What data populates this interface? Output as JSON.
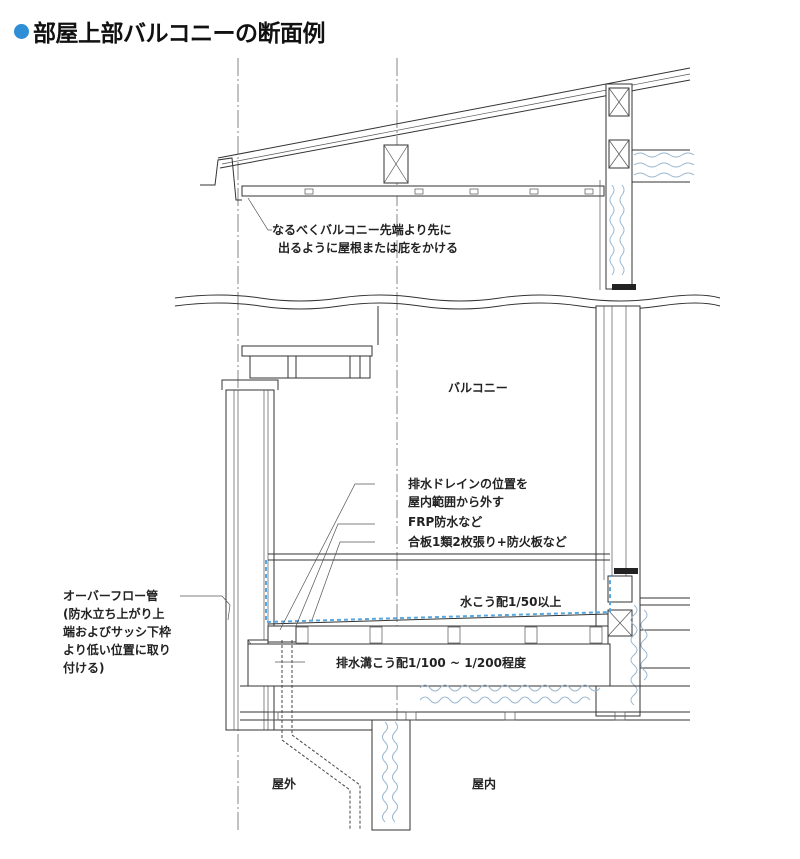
{
  "title": "部屋上部バルコニーの断面例",
  "colors": {
    "accent": "#2e8fd6",
    "waterproof_line": "#5aa7dd",
    "insulation": "#9bb8d0"
  },
  "labels": {
    "roof_note": [
      "なるべくバルコニー先端より先に",
      "出るように屋根または庇をかける"
    ],
    "balcony": "バルコニー",
    "drain_note": [
      "排水ドレインの位置を",
      "屋内範囲から外す"
    ],
    "frp": "FRP防水など",
    "plywood": "合板1類2枚張り+防火板など",
    "slope": "水こう配1/50以上",
    "gutter_slope": "排水溝こう配1/100 ~ 1/200程度",
    "overflow": [
      "オーバーフロー管",
      "(防水立ち上がり上",
      "端およびサッシ下枠",
      "より低い位置に取り",
      "付ける)"
    ],
    "outdoor": "屋外",
    "indoor": "屋内"
  }
}
